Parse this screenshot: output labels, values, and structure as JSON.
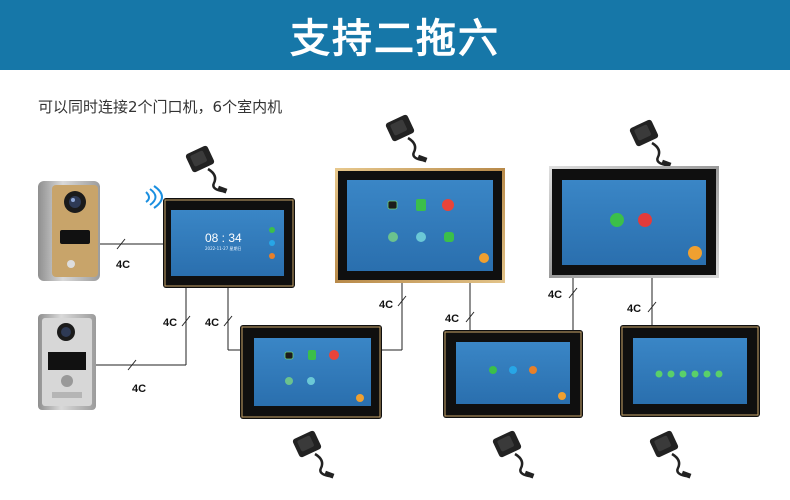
{
  "header": {
    "title": "支持二拖六"
  },
  "subtitle": "可以同时连接2个门口机，6个室内机",
  "wire_label": "4C",
  "clock": {
    "time": "08 : 34",
    "date": "2022-11-27  星期日"
  },
  "colors": {
    "banner": "#1677a8",
    "screen": "#2f7bbd",
    "bezel": "#111111",
    "gold_frame": "#c9a46a",
    "silver_frame": "#bdbdbd"
  }
}
